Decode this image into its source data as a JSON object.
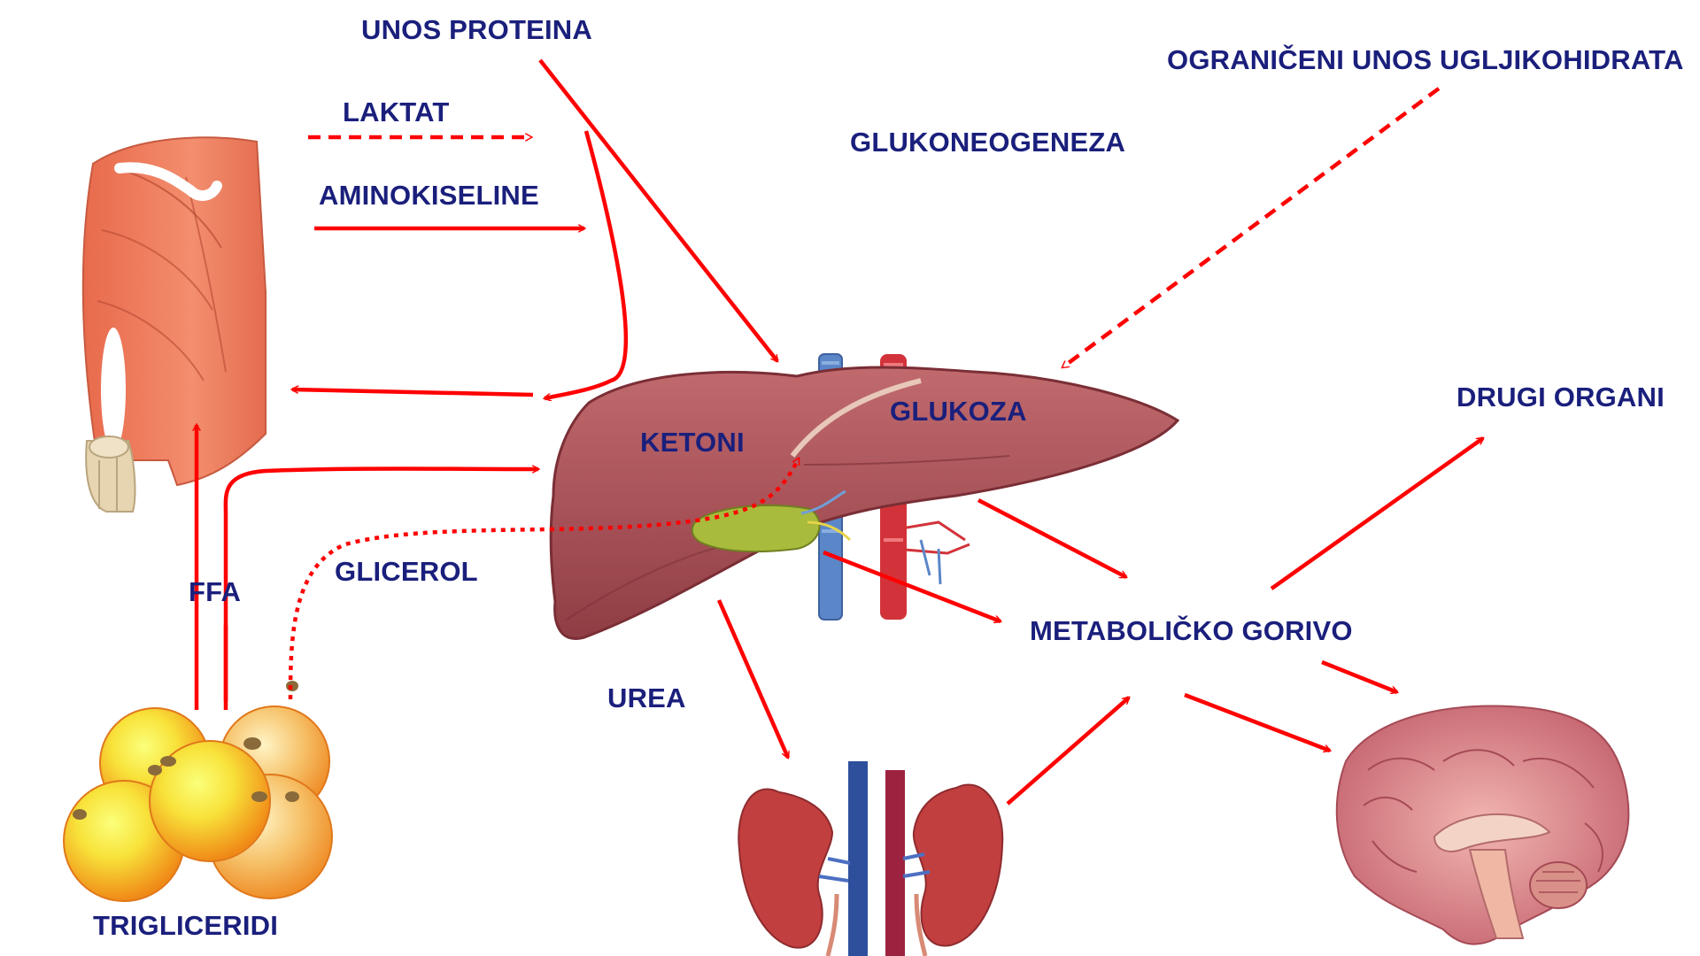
{
  "labels": {
    "unos_proteina": "UNOS PROTEINA",
    "ograniceni_unos": "OGRANIČENI UNOS UGLJIKOHIDRATA",
    "laktat": "LAKTAT",
    "aminokiseline": "AMINOKISELINE",
    "glukoneogeneza": "GLUKONEOGENEZA",
    "glukoza": "GLUKOZA",
    "ketoni": "KETONI",
    "drugi_organi": "DRUGI ORGANI",
    "glicerol": "GLICEROL",
    "ffa": "FFA",
    "metabolicko_gorivo": "METABOLIČKO GORIVO",
    "urea": "UREA",
    "trigliceridi": "TRIGLICERIDI"
  },
  "colors": {
    "arrow": "#ff0000",
    "label_text": "#1a1f7c",
    "liver": "#b35a5f",
    "muscle": "#ec7a5e",
    "fat": "#f4c52c",
    "kidney": "#c8403e",
    "brain": "#d9808a"
  },
  "icons": {
    "muscle": "muscle-arm-illustration",
    "liver": "liver-illustration",
    "fat_cells": "fat-cells-illustration",
    "kidneys": "kidneys-illustration",
    "brain": "brain-illustration"
  }
}
